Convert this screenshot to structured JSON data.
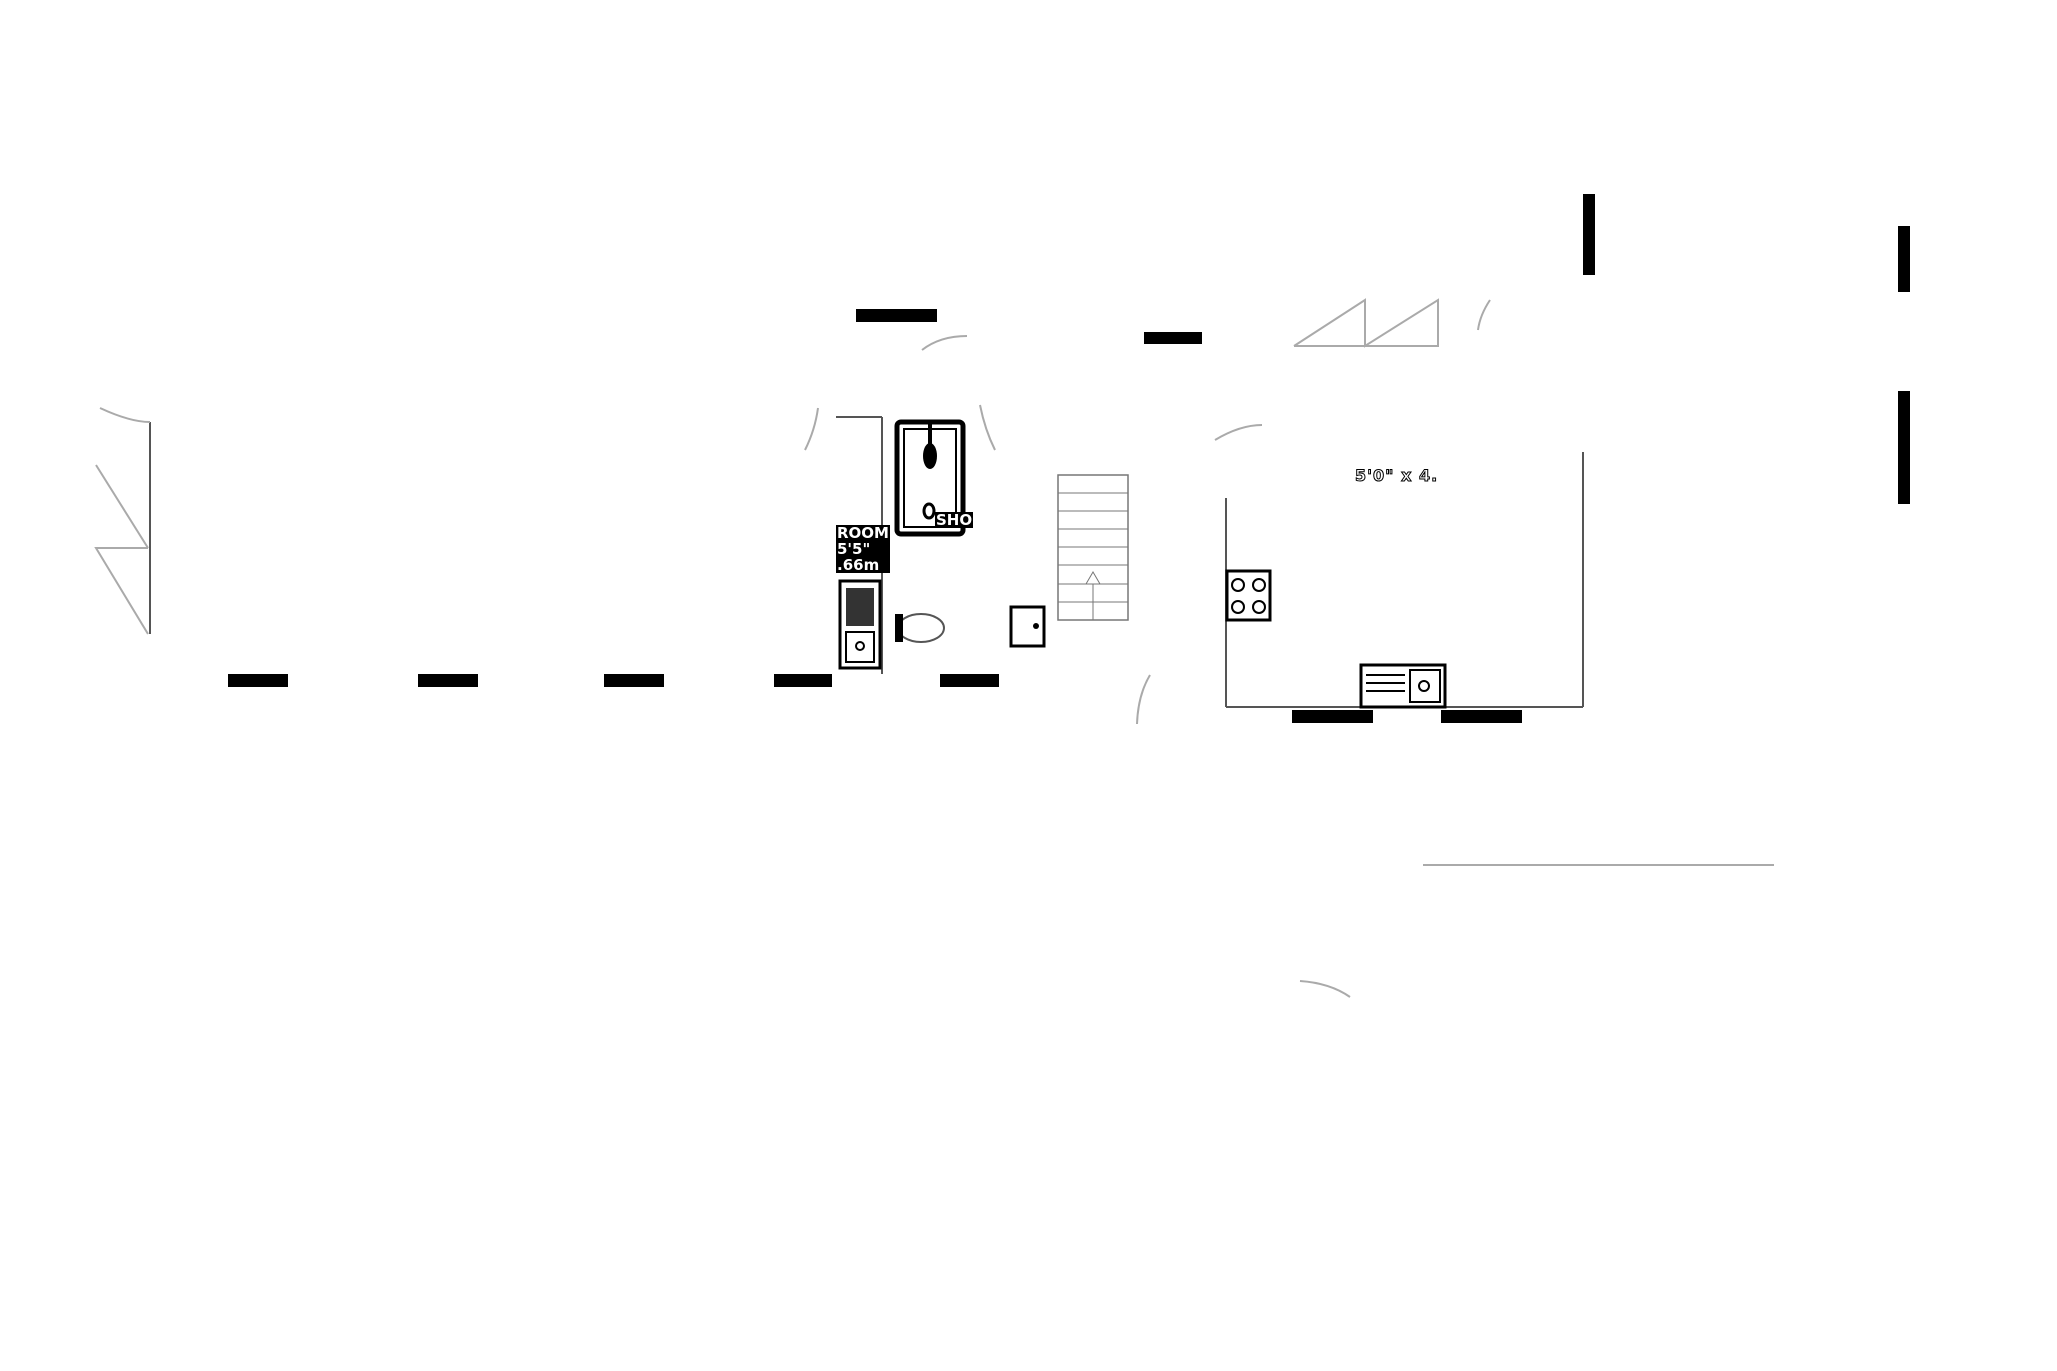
{
  "rooms": [
    {
      "name": "ROOM",
      "size_imperial": "5'5\"",
      "size_metric": ".66m"
    },
    {
      "name": "SHO"
    },
    {
      "size_imperial": "5'0\" x 4."
    }
  ],
  "colors": {
    "wall": "#000000",
    "line": "#555555",
    "door_arc": "#aaaaaa"
  }
}
